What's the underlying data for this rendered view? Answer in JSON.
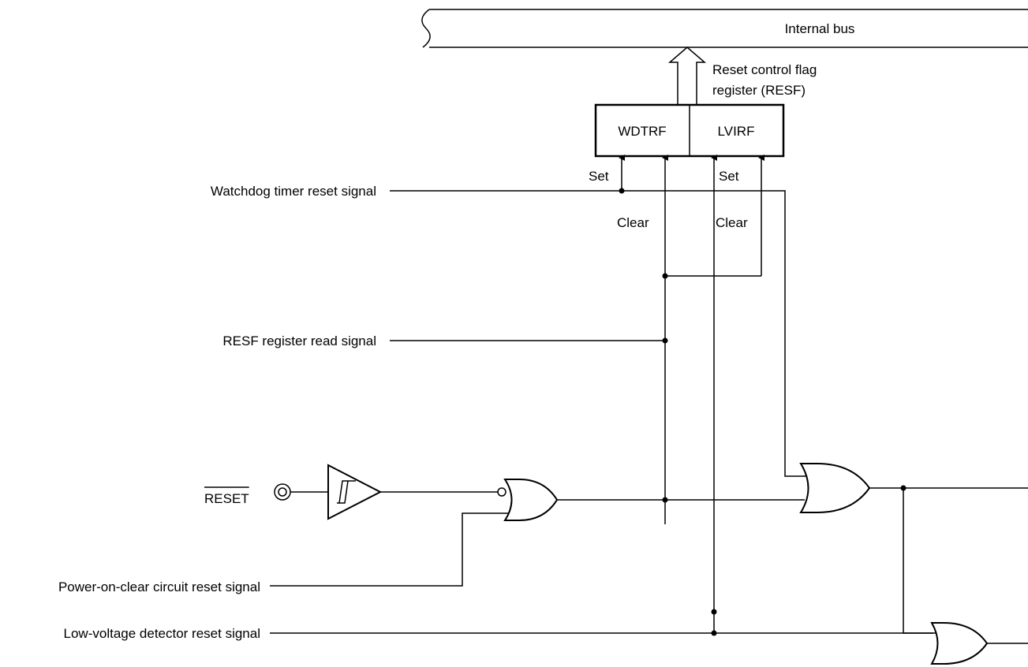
{
  "bus": {
    "label": "Internal bus"
  },
  "register": {
    "name_line1": "Reset control flag",
    "name_line2": "register (RESF)",
    "bit_left": "WDTRF",
    "bit_right": "LVIRF"
  },
  "control_labels": {
    "set_left": "Set",
    "set_right": "Set",
    "clear_left": "Clear",
    "clear_right": "Clear"
  },
  "signals": {
    "watchdog": "Watchdog timer reset signal",
    "resf_read": "RESF register read signal",
    "reset_pin": "RESET",
    "power_on_clear": "Power-on-clear circuit reset signal",
    "low_voltage": "Low-voltage detector reset signal"
  },
  "icons": {
    "reset_pin": "double-circle-pin-icon",
    "buffer": "schmitt-trigger-buffer-icon",
    "or_gate": "or-gate-icon"
  }
}
